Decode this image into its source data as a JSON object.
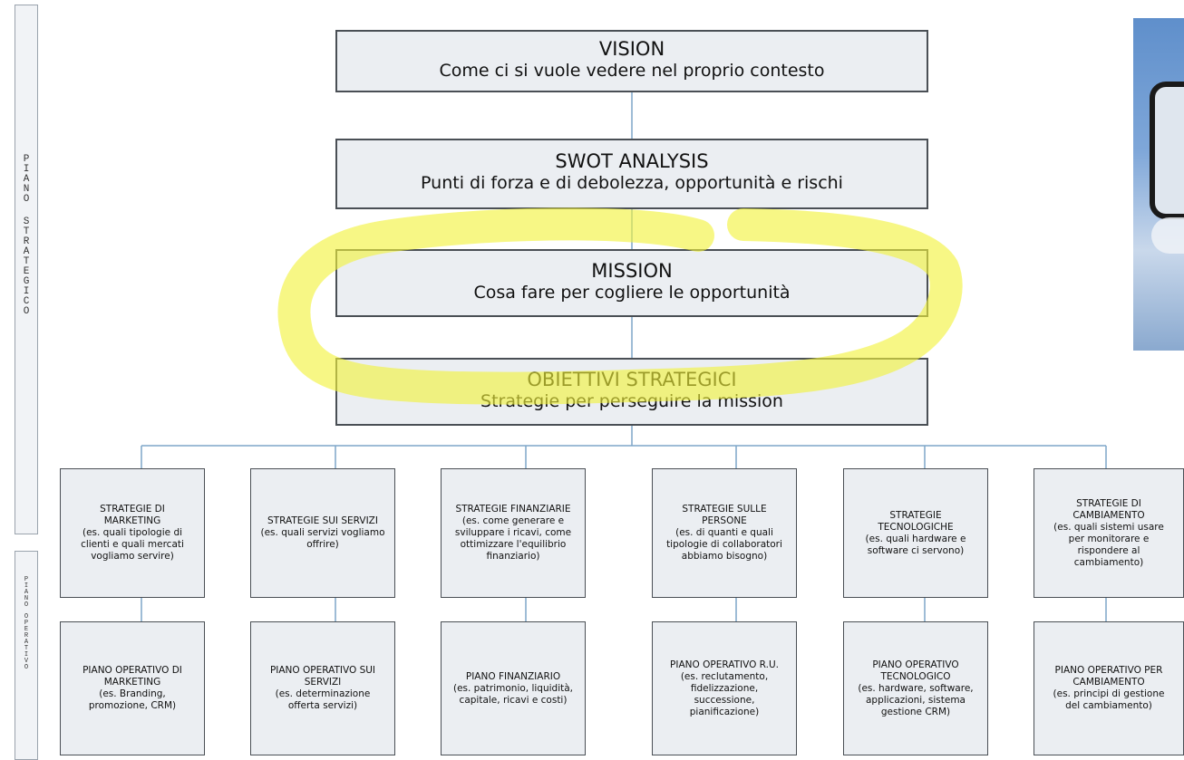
{
  "side_labels": {
    "strategic": "PIANO STRATEGICO",
    "operative": "PIANO OPERATIVO"
  },
  "top_boxes": [
    {
      "title": "VISION",
      "subtitle": "Come ci si vuole vedere nel proprio contesto"
    },
    {
      "title": "SWOT ANALYSIS",
      "subtitle": "Punti di forza e di debolezza, opportunità e rischi"
    },
    {
      "title": "MISSION",
      "subtitle": "Cosa fare per cogliere le opportunità"
    },
    {
      "title": "OBIETTIVI STRATEGICI",
      "subtitle": "Strategie per perseguire la mission"
    }
  ],
  "strategy_boxes": [
    "STRATEGIE DI\nMARKETING\n(es. quali tipologie di\nclienti e quali mercati\nvogliamo servire)",
    "STRATEGIE SUI SERVIZI\n(es. quali servizi vogliamo\noffrire)",
    "STRATEGIE FINANZIARIE\n(es. come generare e\nsviluppare i ricavi, come\nottimizzare l'equilibrio\nfinanziario)",
    "STRATEGIE SULLE\nPERSONE\n(es. di quanti e quali\ntipologie di collaboratori\nabbiamo bisogno)",
    "STRATEGIE\nTECNOLOGICHE\n(es. quali hardware e\nsoftware ci servono)",
    "STRATEGIE DI\nCAMBIAMENTO\n(es. quali sistemi usare\nper monitorare e\nrispondere al\ncambiamento)"
  ],
  "plan_boxes": [
    "PIANO OPERATIVO DI\nMARKETING\n(es. Branding,\npromozione, CRM)",
    "PIANO OPERATIVO SUI\nSERVIZI\n(es. determinazione\nofferta servizi)",
    "PIANO FINANZIARIO\n(es. patrimonio, liquidità,\ncapitale, ricavi e costi)",
    "PIANO OPERATIVO R.U.\n(es. reclutamento,\nfidelizzazione,\nsuccessione,\npianificazione)",
    "PIANO OPERATIVO\nTECNOLOGICO\n(es. hardware, software,\napplicazioni, sistema\ngestione CRM)",
    "PIANO OPERATIVO PER\nCAMBIAMENTO\n(es. principi di gestione\ndel cambiamento)"
  ],
  "colors": {
    "box_fill": "#ebeef2",
    "box_border": "#4a4f55",
    "connector": "#7ea6c9",
    "highlight": "#f2f23a"
  },
  "icons": [
    "road-sign-photo"
  ]
}
